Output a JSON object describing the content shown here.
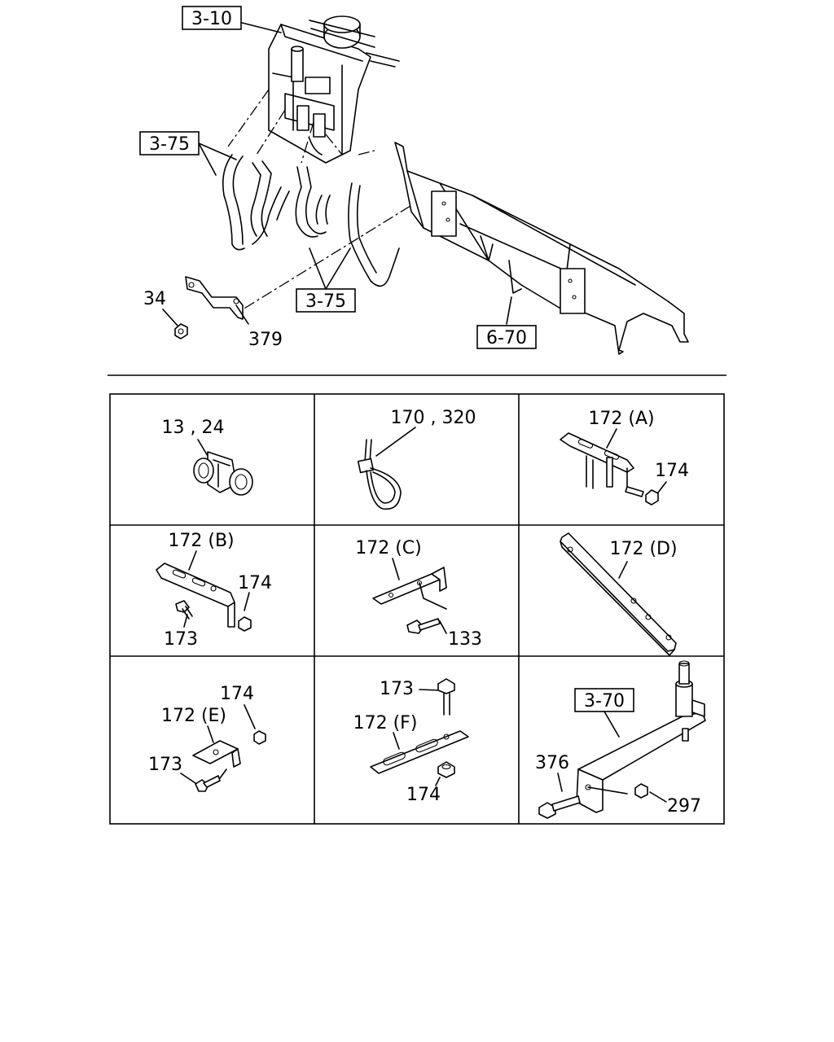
{
  "callouts": {
    "ref_3_10": "3-10",
    "ref_3_75_top": "3-75",
    "ref_3_75_bottom": "3-75",
    "ref_6_70": "6-70",
    "ref_3_70": "3-70",
    "part_34": "34",
    "part_379": "379"
  },
  "cells": {
    "c1": {
      "label": "13 , 24"
    },
    "c2": {
      "label": "170 , 320"
    },
    "c3": {
      "label": "172 (A)",
      "sub1": "174"
    },
    "c4": {
      "label": "172 (B)",
      "sub1": "174",
      "sub2": "173"
    },
    "c5": {
      "label": "172 (C)",
      "sub1": "133"
    },
    "c6": {
      "label": "172 (D)"
    },
    "c7": {
      "label": "172 (E)",
      "sub1": "174",
      "sub2": "173"
    },
    "c8": {
      "label": "172 (F)",
      "sub1": "173",
      "sub2": "174"
    },
    "c9": {
      "sub1": "376",
      "sub2": "297"
    }
  }
}
